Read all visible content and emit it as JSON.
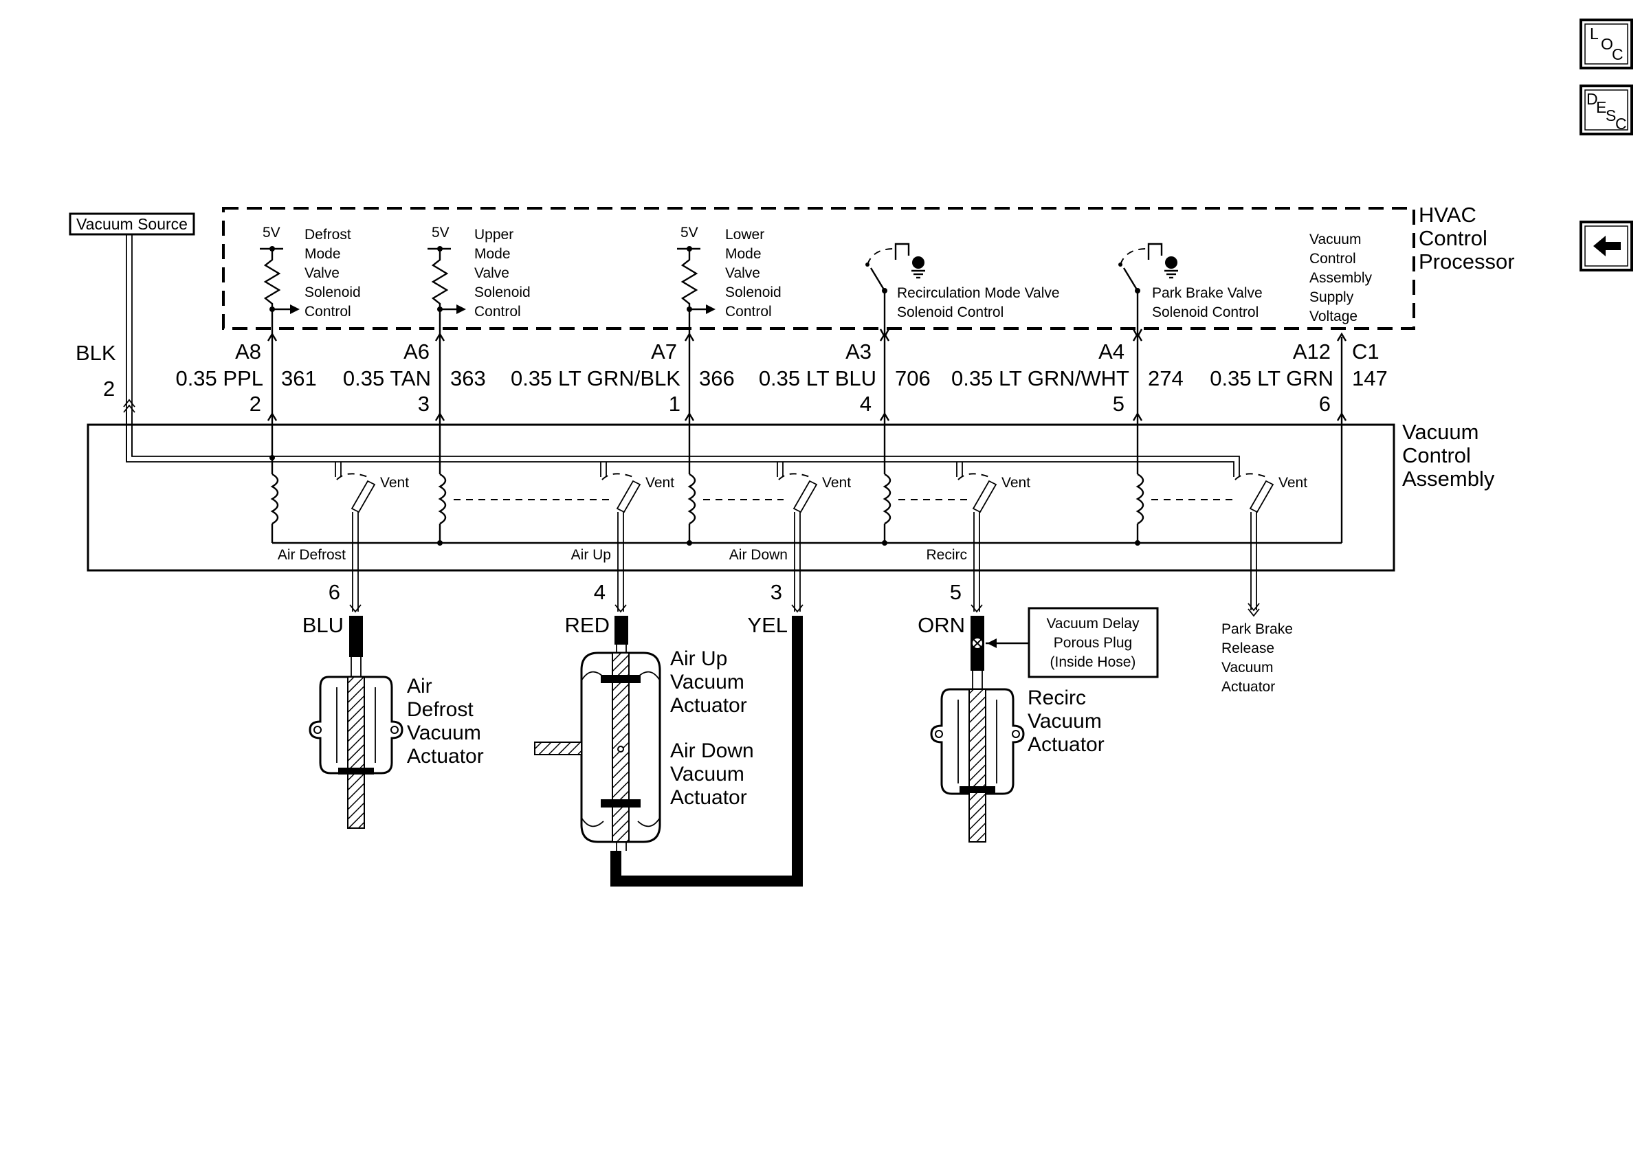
{
  "nav": {
    "loc": {
      "a": "L",
      "b": "O",
      "c": "C"
    },
    "desc": {
      "a": "D",
      "b": "E",
      "c": "S",
      "d": "C"
    },
    "back_icon": "left-arrow-icon"
  },
  "vacuum_source": {
    "label": "Vacuum Source",
    "wire_color": "BLK",
    "pin": "2"
  },
  "processor": {
    "title_lines": [
      "HVAC",
      "Control",
      "Processor"
    ]
  },
  "assembly": {
    "title_lines": [
      "Vacuum",
      "Control",
      "Assembly"
    ]
  },
  "supply_voltage": {
    "lines": [
      "Vacuum",
      "Control",
      "Assembly",
      "Supply",
      "Voltage"
    ],
    "connector": "C1",
    "circuit": "147"
  },
  "solenoids": [
    {
      "voltage": "5V",
      "lines": [
        "Defrost",
        "Mode",
        "Valve",
        "Solenoid",
        "Control"
      ],
      "terminal": "A8",
      "wire": "0.35 PPL",
      "circuit": "361",
      "pin": "2"
    },
    {
      "voltage": "5V",
      "lines": [
        "Upper",
        "Mode",
        "Valve",
        "Solenoid",
        "Control"
      ],
      "terminal": "A6",
      "wire": "0.35 TAN",
      "circuit": "363",
      "pin": "3"
    },
    {
      "voltage": "5V",
      "lines": [
        "Lower",
        "Mode",
        "Valve",
        "Solenoid",
        "Control"
      ],
      "terminal": "A7",
      "wire": "0.35 LT GRN/BLK",
      "circuit": "366",
      "pin": "1"
    },
    {
      "voltage": "",
      "lines": [
        "Recirculation Mode Valve",
        "Solenoid Control"
      ],
      "terminal": "A3",
      "wire": "0.35 LT BLU",
      "circuit": "706",
      "pin": "4"
    },
    {
      "voltage": "",
      "lines": [
        "Park Brake Valve",
        "Solenoid Control"
      ],
      "terminal": "A4",
      "wire": "0.35 LT GRN/WHT",
      "circuit": "274",
      "pin": "5"
    },
    {
      "voltage": "",
      "lines": [],
      "terminal": "A12",
      "wire": "0.35 LT GRN",
      "circuit": "",
      "pin": "6"
    }
  ],
  "valves": [
    {
      "vent": "Vent",
      "port": "Air Defrost",
      "port_pin": "6"
    },
    {
      "vent": "Vent",
      "port": "Air Up",
      "port_pin": "4"
    },
    {
      "vent": "Vent",
      "port": "Air Down",
      "port_pin": "3"
    },
    {
      "vent": "Vent",
      "port": "Recirc",
      "port_pin": "5"
    },
    {
      "vent": "Vent",
      "port": "",
      "port_pin": ""
    }
  ],
  "hoses": [
    {
      "color": "BLU"
    },
    {
      "color": "RED"
    },
    {
      "color": "YEL"
    },
    {
      "color": "ORN"
    }
  ],
  "actuators": {
    "air_defrost": [
      "Air",
      "Defrost",
      "Vacuum",
      "Actuator"
    ],
    "air_up": [
      "Air Up",
      "Vacuum",
      "Actuator"
    ],
    "air_down": [
      "Air Down",
      "Vacuum",
      "Actuator"
    ],
    "recirc": [
      "Recirc",
      "Vacuum",
      "Actuator"
    ],
    "park_brake": [
      "Park Brake",
      "Release",
      "Vacuum",
      "Actuator"
    ]
  },
  "delay_plug": {
    "lines": [
      "Vacuum Delay",
      "Porous Plug",
      "(Inside Hose)"
    ]
  }
}
